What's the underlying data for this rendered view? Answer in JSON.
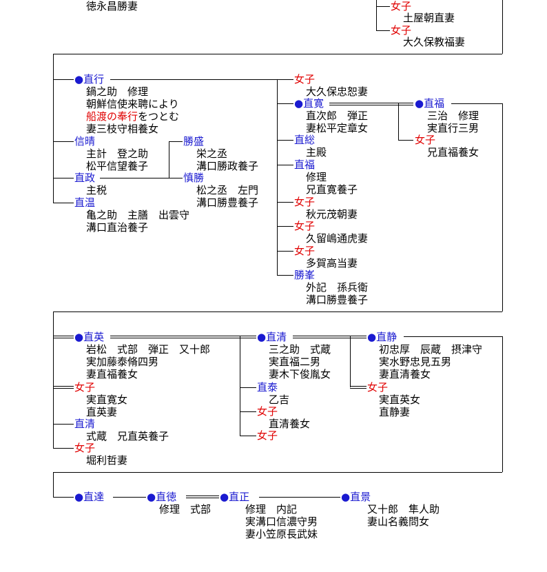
{
  "top": {
    "left_note": "徳永昌勝妻",
    "child1": {
      "name": "女子",
      "note": "土屋朝直妻"
    },
    "child2": {
      "name": "女子",
      "note": "大久保教福妻"
    }
  },
  "gen1": {
    "naoyuki": {
      "name": "●直行",
      "lines": [
        "鍋之助　修理",
        "朝鮮信使来聘により"
      ],
      "red_line": "船渡の奉行",
      "red_suffix": "をつとむ",
      "wife": "妻三枝守相養女"
    },
    "nobuharu": {
      "name": "信晴",
      "lines": [
        "主計　登之助",
        "松平信望養子"
      ]
    },
    "katsumori": {
      "name": "勝盛",
      "lines": [
        "栄之丞",
        "溝口勝政養子"
      ]
    },
    "naomasa": {
      "name": "直政",
      "lines": [
        "主税"
      ]
    },
    "shinkatsu": {
      "name": "慎勝",
      "lines": [
        "松之丞　左門",
        "溝口勝豊養子"
      ]
    },
    "naoharu": {
      "name": "直温",
      "lines": [
        "亀之助　主膳　出雲守",
        "溝口直治養子"
      ]
    },
    "mid": [
      {
        "name": "女子",
        "type": "red",
        "lines": [
          "大久保忠恕妻"
        ]
      },
      {
        "name": "●直寛",
        "type": "blue",
        "lines": [
          "直次郎　弾正",
          "妻松平定章女"
        ]
      },
      {
        "name": "直総",
        "type": "blue",
        "lines": [
          "主殿"
        ]
      },
      {
        "name": "直福",
        "type": "blue",
        "lines": [
          "修理",
          "兄直寛養子"
        ]
      },
      {
        "name": "女子",
        "type": "red",
        "lines": [
          "秋元茂朝妻"
        ]
      },
      {
        "name": "女子",
        "type": "red",
        "lines": [
          "久留嶋通虎妻"
        ]
      },
      {
        "name": "女子",
        "type": "red",
        "lines": [
          "多賀高当妻"
        ]
      },
      {
        "name": "勝峯",
        "type": "blue",
        "lines": [
          "外記　孫兵衛",
          "溝口勝豊養子"
        ]
      }
    ],
    "naotomi": {
      "name": "●直福",
      "lines": [
        "三治　修理",
        "実直行三男"
      ]
    },
    "joshi_r": {
      "name": "女子",
      "lines": [
        "兄直福養女"
      ]
    }
  },
  "gen2": {
    "naohide": {
      "name": "●直英",
      "lines": [
        "岩松　式部　弾正　又十郎",
        "実加藤泰脩四男",
        "妻直福養女"
      ]
    },
    "joshi_a": {
      "name": "女子",
      "lines": [
        "実直寛女",
        "直英妻"
      ]
    },
    "naokiyo_a": {
      "name": "直清",
      "lines": [
        "式蔵　兄直英養子"
      ]
    },
    "joshi_b": {
      "name": "女子",
      "lines": [
        "堀利哲妻"
      ]
    },
    "naokiyo": {
      "name": "●直清",
      "lines": [
        "三之助　式蔵",
        "実直福二男",
        "妻木下俊胤女"
      ]
    },
    "naoyasu": {
      "name": "直泰",
      "lines": [
        "乙吉"
      ]
    },
    "joshi_c": {
      "name": "女子",
      "lines": [
        "直清養女"
      ]
    },
    "joshi_d": {
      "name": "女子",
      "lines": []
    },
    "naoshizu": {
      "name": "●直静",
      "lines": [
        "初忠厚　辰蔵　摂津守",
        "実水野忠見五男",
        "妻直清養女"
      ]
    },
    "joshi_e": {
      "name": "女子",
      "lines": [
        "実直英女",
        "直静妻"
      ]
    }
  },
  "gen3": {
    "naotatsu": {
      "name": "●直達"
    },
    "naonori": {
      "name": "●直徳",
      "lines": [
        "修理　式部"
      ]
    },
    "naomasa2": {
      "name": "●直正",
      "lines": [
        "修理　内記",
        "実溝口信濃守男",
        "妻小笠原長武妹"
      ]
    },
    "naokage": {
      "name": "●直景",
      "lines": [
        "又十郎　隼人助",
        "妻山名義問女"
      ]
    }
  }
}
